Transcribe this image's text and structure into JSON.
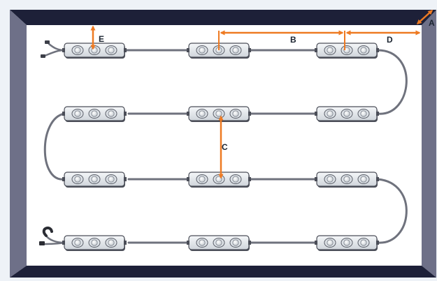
{
  "diagram": {
    "kind": "led-module-layout-in-frame",
    "colors": {
      "frame_dark": "#1d2038",
      "frame_side": "#6e7088",
      "board": "#ffffff",
      "wire": "#6f727d",
      "module_body": "#e7ebef",
      "module_edge": "#4b4e58",
      "led": "#ffffff",
      "dimension_arrow": "#ee7a22"
    },
    "module_grid": {
      "rows": 4,
      "modules_per_row": 3,
      "leds_per_module": 3,
      "routing": "serpentine"
    },
    "labels": {
      "A": "A",
      "B": "B",
      "C": "C",
      "D": "D",
      "E": "E"
    }
  }
}
